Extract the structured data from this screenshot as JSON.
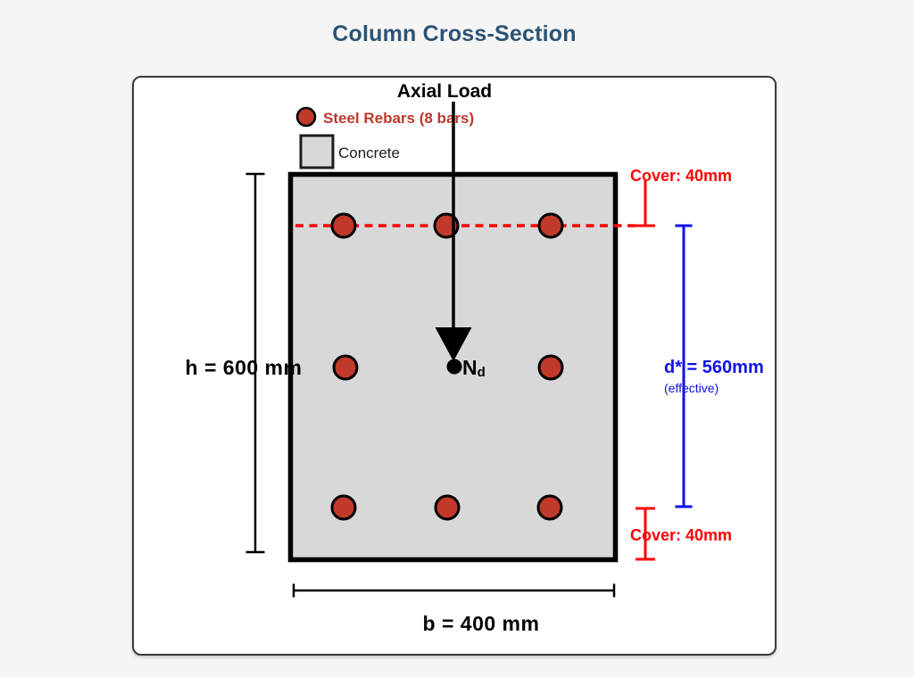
{
  "title": "Column Cross-Section",
  "colors": {
    "page_bg": "#f5f5f6",
    "panel_border": "#3a3a3a",
    "title": "#2d5373",
    "ink": "#000000",
    "rebar": "#c0392b",
    "concrete": "#d8d8d8",
    "cover": "#ff0000",
    "effective": "#0f0fee"
  },
  "legend": {
    "rebars_label": "Steel Rebars (8 bars)",
    "concrete_label": "Concrete"
  },
  "load": {
    "label": "Axial Load",
    "symbol": "N",
    "symbol_subscript": "d"
  },
  "dimensions": {
    "height_label": "h = 600 mm",
    "width_label": "b = 400 mm",
    "cover_top_label": "Cover: 40mm",
    "cover_bottom_label": "Cover: 40mm",
    "effective_depth_label": "d* = 560mm",
    "effective_depth_note": "(effective)"
  },
  "section_properties": {
    "h_mm": 600,
    "b_mm": 400,
    "cover_mm": 40,
    "effective_depth_mm": 560,
    "rebar_count": 8
  },
  "rebars": {
    "radius": 13,
    "positions": [
      [
        385,
        253
      ],
      [
        500,
        253
      ],
      [
        617,
        253
      ],
      [
        387,
        412
      ],
      [
        617,
        412
      ],
      [
        385,
        569
      ],
      [
        501,
        569
      ],
      [
        616,
        569
      ]
    ]
  }
}
